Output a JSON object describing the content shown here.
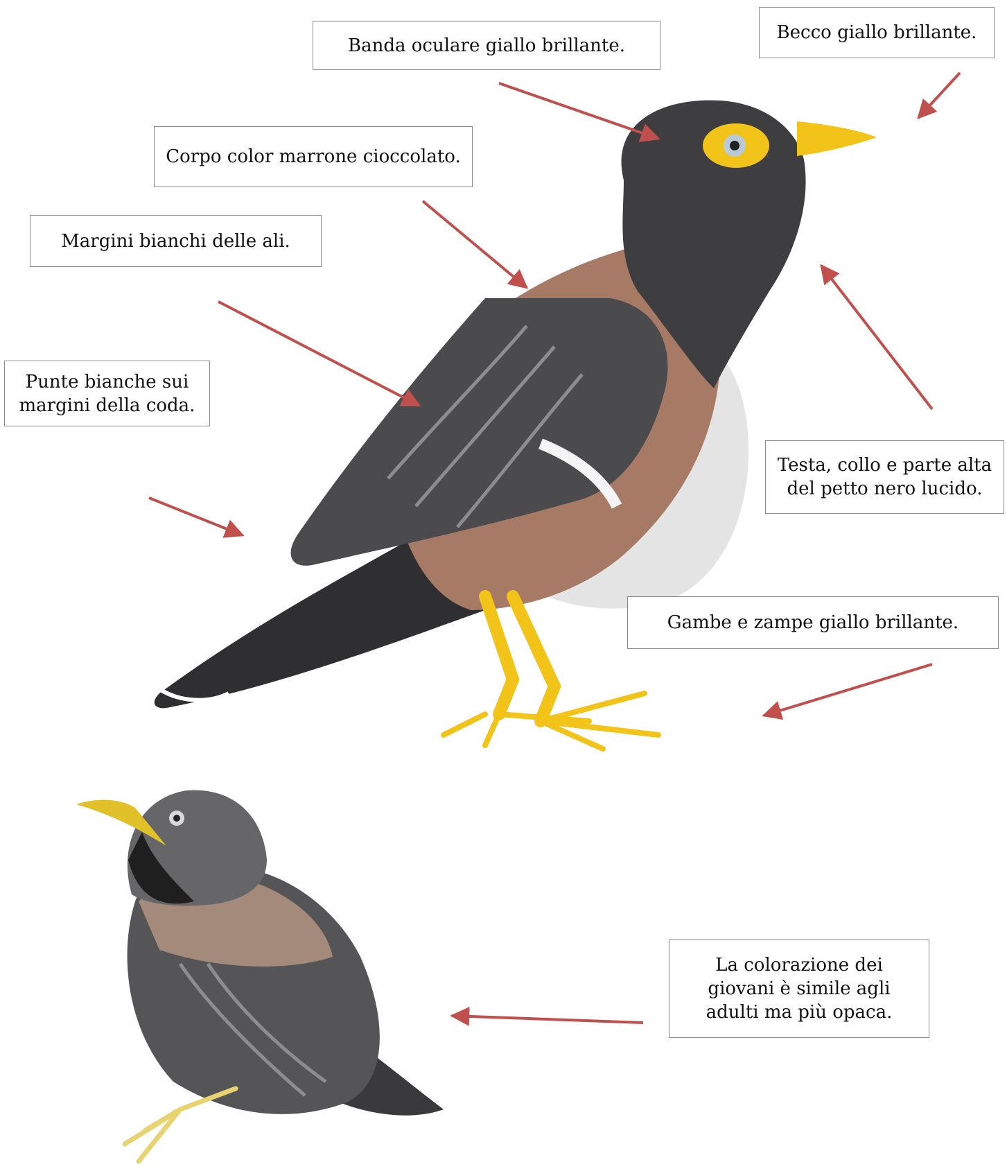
{
  "labels": {
    "eye_band": "Banda oculare giallo brillante.",
    "beak": "Becco giallo brillante.",
    "body": "Corpo color marrone cioccolato.",
    "wing_edges": "Margini bianchi delle ali.",
    "tail_tips": "Punte bianche sui\nmargini della coda.",
    "head_neck": "Testa, collo e parte alta\ndel petto nero lucido.",
    "legs": "Gambe e zampe giallo brillante.",
    "juvenile": "La colorazione dei\ngiovani è simile agli\nadulti ma più opaca."
  },
  "colors": {
    "arrow": "#c0504d",
    "box_border": "#8a8a8a",
    "head": "#3e3e40",
    "brown": "#a77a66",
    "wing": "#4b4b4d",
    "yellow": "#f2c419",
    "belly": "#ececec"
  }
}
